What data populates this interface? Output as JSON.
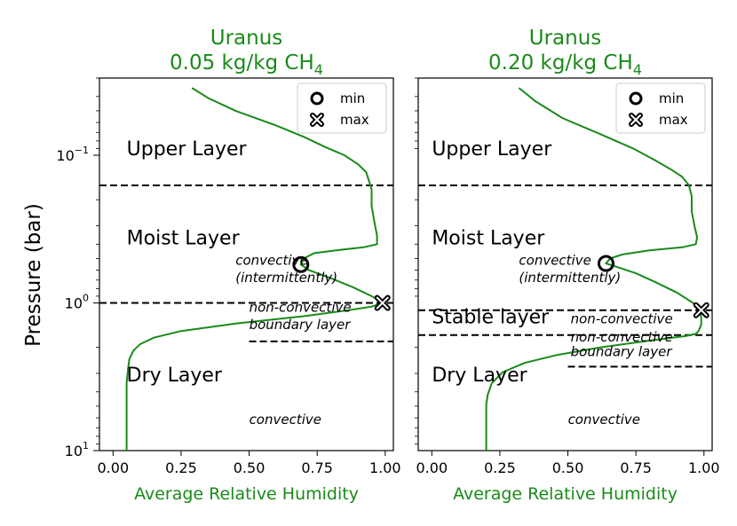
{
  "figure": {
    "ylabel": "Pressure (bar)",
    "colors": {
      "curve": "#1a8a1a",
      "title": "#1a8a1a",
      "xlabel": "#1a8a1a",
      "lines": "#000000"
    }
  },
  "chart_data": [
    {
      "type": "line",
      "title_line1": "Uranus",
      "title_line2_prefix": "0.05 kg/kg CH",
      "title_line2_sub": "4",
      "xlabel": "Average Relative Humidity",
      "ylabel": "Pressure (bar)",
      "xlim": [
        -0.05,
        1.03
      ],
      "ylim": [
        10,
        0.03
      ],
      "yscale": "log",
      "xticks": [
        0.0,
        0.25,
        0.5,
        0.75,
        1.0
      ],
      "xtick_labels": [
        "0.00",
        "0.25",
        "0.50",
        "0.75",
        "1.00"
      ],
      "yticks": [
        0.1,
        1,
        10
      ],
      "ytick_bases": [
        "10",
        "10",
        "10"
      ],
      "ytick_exps": [
        "−1",
        "0",
        "1"
      ],
      "series": [
        {
          "x": [
            0.05,
            0.05,
            0.055,
            0.06,
            0.075,
            0.1,
            0.15,
            0.25,
            0.45,
            0.7,
            0.85,
            0.95,
            0.99,
            0.985,
            0.95,
            0.88,
            0.8,
            0.72,
            0.69,
            0.7,
            0.74,
            0.82,
            0.92,
            0.97,
            0.97,
            0.96,
            0.95,
            0.95,
            0.93,
            0.9,
            0.85,
            0.78,
            0.7,
            0.6,
            0.45,
            0.35,
            0.29
          ],
          "y": [
            10,
            3.5,
            2.8,
            2.4,
            2.1,
            1.9,
            1.72,
            1.55,
            1.38,
            1.23,
            1.13,
            1.06,
            1.0,
            0.98,
            0.9,
            0.78,
            0.68,
            0.6,
            0.55,
            0.5,
            0.46,
            0.44,
            0.42,
            0.4,
            0.35,
            0.28,
            0.22,
            0.17,
            0.13,
            0.115,
            0.1,
            0.088,
            0.075,
            0.063,
            0.05,
            0.041,
            0.035
          ]
        }
      ],
      "markers": [
        {
          "label": "min",
          "x": 0.69,
          "y": 0.55
        },
        {
          "label": "max",
          "x": 0.99,
          "y": 1.0
        }
      ],
      "legend": {
        "placement": "top-right",
        "entries": [
          "min",
          "max"
        ]
      },
      "hlines": [
        {
          "y": 0.16,
          "xmin": -0.05,
          "xmax": 1.03
        },
        {
          "y": 1.0,
          "xmin": -0.05,
          "xmax": 1.03
        },
        {
          "y": 1.82,
          "xmin": 0.5,
          "xmax": 1.03
        }
      ],
      "annotations": [
        {
          "text": "Upper Layer",
          "x": 0.05,
          "y": 0.1,
          "style": "large"
        },
        {
          "text": "Moist Layer",
          "x": 0.05,
          "y": 0.4,
          "style": "large"
        },
        {
          "text": "convective",
          "x": 0.45,
          "y": 0.55,
          "style": "italic"
        },
        {
          "text": "(intermittently)",
          "x": 0.45,
          "y": 0.72,
          "style": "italic"
        },
        {
          "text": "non-convective",
          "x": 0.5,
          "y": 1.15,
          "style": "italic"
        },
        {
          "text": "boundary layer",
          "x": 0.5,
          "y": 1.5,
          "style": "italic"
        },
        {
          "text": "Dry Layer",
          "x": 0.05,
          "y": 3.4,
          "style": "large"
        },
        {
          "text": "convective",
          "x": 0.5,
          "y": 6.6,
          "style": "italic"
        }
      ]
    },
    {
      "type": "line",
      "title_line1": "Uranus",
      "title_line2_prefix": "0.20 kg/kg CH",
      "title_line2_sub": "4",
      "xlabel": "Average Relative Humidity",
      "ylabel": "",
      "xlim": [
        -0.05,
        1.03
      ],
      "ylim": [
        10,
        0.03
      ],
      "yscale": "log",
      "xticks": [
        0.0,
        0.25,
        0.5,
        0.75,
        1.0
      ],
      "xtick_labels": [
        "0.00",
        "0.25",
        "0.50",
        "0.75",
        "1.00"
      ],
      "yticks": [],
      "ytick_bases": [],
      "ytick_exps": [],
      "series": [
        {
          "x": [
            0.2,
            0.2,
            0.205,
            0.22,
            0.26,
            0.34,
            0.46,
            0.62,
            0.8,
            0.93,
            0.97,
            0.98,
            0.99,
            0.99,
            0.985,
            0.96,
            0.9,
            0.82,
            0.75,
            0.68,
            0.64,
            0.655,
            0.7,
            0.8,
            0.92,
            0.97,
            0.975,
            0.965,
            0.955,
            0.955,
            0.945,
            0.92,
            0.88,
            0.82,
            0.74,
            0.62,
            0.48,
            0.38,
            0.32
          ],
          "y": [
            10,
            4.9,
            4.2,
            3.5,
            2.95,
            2.55,
            2.25,
            2.0,
            1.8,
            1.68,
            1.62,
            1.55,
            1.4,
            1.25,
            1.12,
            1.0,
            0.85,
            0.72,
            0.63,
            0.57,
            0.54,
            0.5,
            0.47,
            0.44,
            0.42,
            0.4,
            0.36,
            0.3,
            0.24,
            0.19,
            0.16,
            0.14,
            0.125,
            0.108,
            0.09,
            0.072,
            0.056,
            0.043,
            0.035
          ]
        }
      ],
      "markers": [
        {
          "label": "min",
          "x": 0.64,
          "y": 0.54
        },
        {
          "label": "max",
          "x": 0.99,
          "y": 1.12
        }
      ],
      "legend": {
        "placement": "top-right",
        "entries": [
          "min",
          "max"
        ]
      },
      "hlines": [
        {
          "y": 0.16,
          "xmin": -0.05,
          "xmax": 1.03
        },
        {
          "y": 1.12,
          "xmin": -0.05,
          "xmax": 1.03
        },
        {
          "y": 1.65,
          "xmin": -0.05,
          "xmax": 1.03
        },
        {
          "y": 2.7,
          "xmin": 0.5,
          "xmax": 1.03
        }
      ],
      "annotations": [
        {
          "text": "Upper Layer",
          "x": 0.0,
          "y": 0.1,
          "style": "large"
        },
        {
          "text": "Moist Layer",
          "x": 0.0,
          "y": 0.4,
          "style": "large"
        },
        {
          "text": "convective",
          "x": 0.32,
          "y": 0.55,
          "style": "italic"
        },
        {
          "text": "(intermittently)",
          "x": 0.32,
          "y": 0.72,
          "style": "italic"
        },
        {
          "text": "Stable layer",
          "x": 0.0,
          "y": 1.37,
          "style": "large"
        },
        {
          "text": "non-convective",
          "x": 0.51,
          "y": 1.37,
          "style": "italic"
        },
        {
          "text": "non-convective",
          "x": 0.51,
          "y": 1.82,
          "style": "italic"
        },
        {
          "text": "boundary layer",
          "x": 0.51,
          "y": 2.3,
          "style": "italic"
        },
        {
          "text": "Dry Layer",
          "x": 0.0,
          "y": 3.4,
          "style": "large"
        },
        {
          "text": "convective",
          "x": 0.5,
          "y": 6.6,
          "style": "italic"
        }
      ]
    }
  ]
}
